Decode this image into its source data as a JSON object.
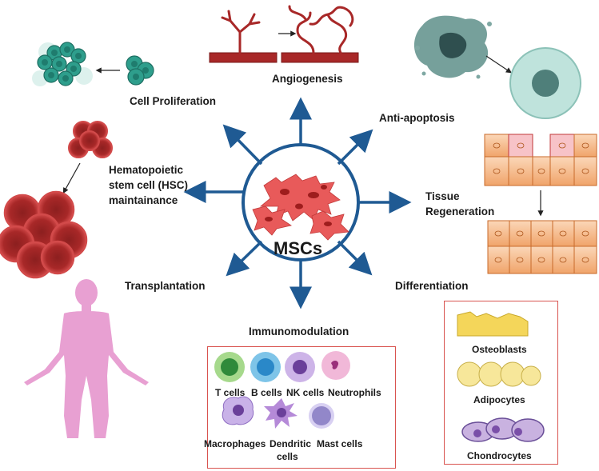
{
  "center": {
    "label": "MSCs"
  },
  "effects": {
    "angiogenesis": "Angiogenesis",
    "cell_proliferation": "Cell Proliferation",
    "anti_apoptosis": "Anti-apoptosis",
    "hsc_line1": "Hematopoietic",
    "hsc_line2": "stem cell (HSC)",
    "hsc_line3": "maintainance",
    "tissue_line1": "Tissue",
    "tissue_line2": "Regeneration",
    "transplantation": "Transplantation",
    "differentiation": "Differentiation",
    "immunomodulation": "Immunomodulation"
  },
  "immune_cells": {
    "t_cells": "T cells",
    "b_cells": "B cells",
    "nk_cells": "NK cells",
    "neutrophils": "Neutrophils",
    "macrophages": "Macrophages",
    "dendritic_line1": "Dendritic",
    "dendritic_line2": "cells",
    "mast_cells": "Mast cells"
  },
  "differentiated_cells": {
    "osteoblasts": "Osteoblasts",
    "adipocytes": "Adipocytes",
    "chondrocytes": "Chondrocytes"
  },
  "colors": {
    "arrow": "#1f5a93",
    "box_border": "#d9534f",
    "msc": "#e85a5a",
    "rbc": "#b22d2d",
    "prolif": "#2e9e8c",
    "body": "#e8a0d2"
  }
}
